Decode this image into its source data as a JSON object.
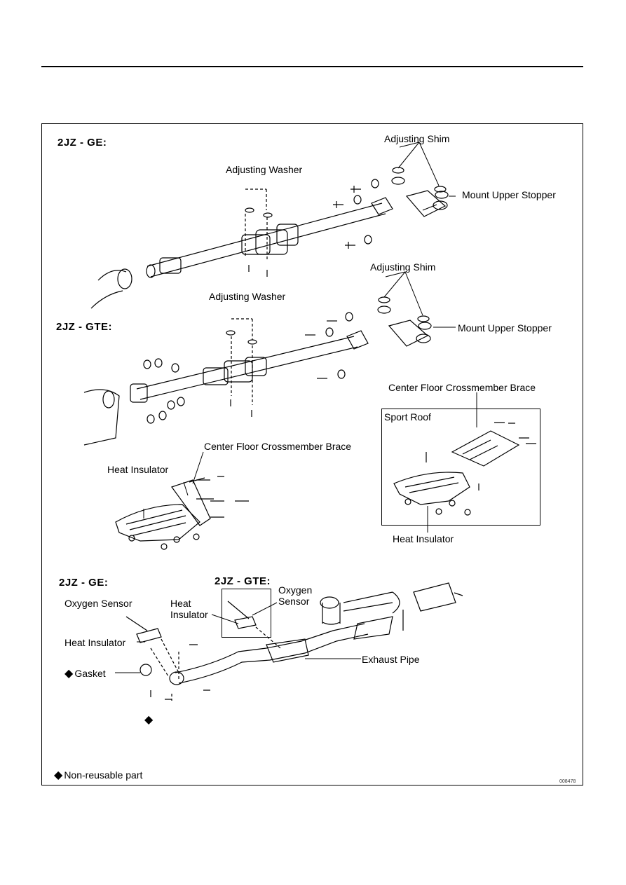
{
  "diagram": {
    "section_2jz_ge": {
      "engine_label": "2JZ - GE:",
      "adjusting_shim": "Adjusting Shim",
      "adjusting_washer": "Adjusting Washer",
      "mount_upper_stopper": "Mount Upper Stopper"
    },
    "section_2jz_gte": {
      "engine_label": "2JZ - GTE:",
      "adjusting_shim": "Adjusting Shim",
      "adjusting_washer": "Adjusting Washer",
      "mount_upper_stopper": "Mount Upper Stopper"
    },
    "floor": {
      "center_brace_left": "Center Floor Crossmember Brace",
      "heat_insulator_left": "Heat Insulator",
      "center_brace_right": "Center Floor Crossmember Brace",
      "sport_roof": "Sport Roof",
      "heat_insulator_right": "Heat Insulator"
    },
    "exhaust": {
      "engine_label_ge": "2JZ - GE:",
      "engine_label_gte": "2JZ - GTE:",
      "oxygen_sensor_ge": "Oxygen Sensor",
      "heat_insulator_mid": "Heat Insulator",
      "heat_insulator_ge": "Heat Insulator",
      "oxygen_sensor_gte": "Oxygen Sensor",
      "exhaust_pipe": "Exhaust Pipe",
      "gasket": "Gasket",
      "nonreusable_symbol": "◆"
    },
    "legend": {
      "symbol": "◆",
      "text": "Non-reusable part"
    },
    "figure_id": "008478"
  }
}
